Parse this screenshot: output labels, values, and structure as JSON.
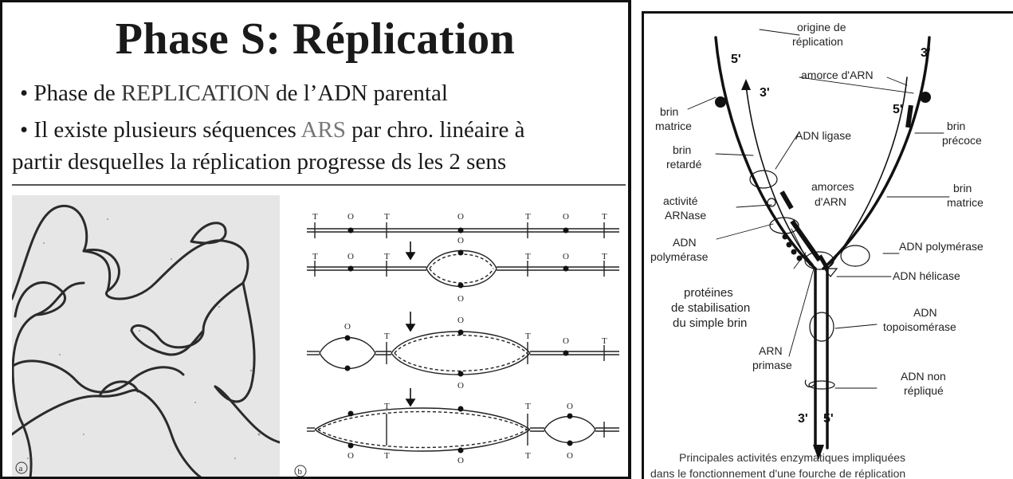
{
  "slide": {
    "title": "Phase S: Réplication",
    "bullet1": {
      "mark": "•",
      "pre": "Phase de ",
      "highlight": "REPLICATION",
      "post": " de l’ADN parental"
    },
    "bullet2": {
      "mark": "•",
      "pre": "Il existe plusieurs séquences ",
      "highlight": "ARS",
      "post": " par chro. linéaire à"
    },
    "bullet2_cont": "partir desquelles la réplication progresse ds les 2 sens",
    "micrograph_label": "a",
    "schema_label": "b",
    "tick_T": "T",
    "tick_O": "O"
  },
  "fork": {
    "top_left_5": "5'",
    "top_right_3": "3'",
    "origine": [
      "origine de",
      "réplication"
    ],
    "amorce": "amorce d'ARN",
    "brin_matrice_left": [
      "brin",
      "matrice"
    ],
    "lagging_3": "3'",
    "leading_5": "5'",
    "brin_precoce": [
      "brin",
      "précoce"
    ],
    "adn_ligase": "ADN ligase",
    "brin_retarde": [
      "brin",
      "retardé"
    ],
    "amorces": [
      "amorces",
      "d'ARN"
    ],
    "brin_matrice_right": [
      "brin",
      "matrice"
    ],
    "arnase": [
      "activité",
      "ARNase"
    ],
    "adn_pol_left": [
      "ADN",
      "polymérase"
    ],
    "adn_pol_right": "ADN polymérase",
    "adn_helicase": "ADN hélicase",
    "proteines": [
      "protéines",
      "de stabilisation",
      "du simple brin"
    ],
    "topo": [
      "ADN",
      "topoisomérase"
    ],
    "primase": [
      "ARN",
      "primase"
    ],
    "non_replique": [
      "ADN non",
      "répliqué"
    ],
    "bottom_3": "3'",
    "bottom_5": "5'",
    "caption": [
      "Principales activités enzymatiques impliquées",
      "dans le fonctionnement d'une fourche de réplication"
    ]
  },
  "colors": {
    "ink": "#1a1a1a",
    "grey_text": "#777777",
    "micrograph_bg": "#e4e4e4"
  }
}
